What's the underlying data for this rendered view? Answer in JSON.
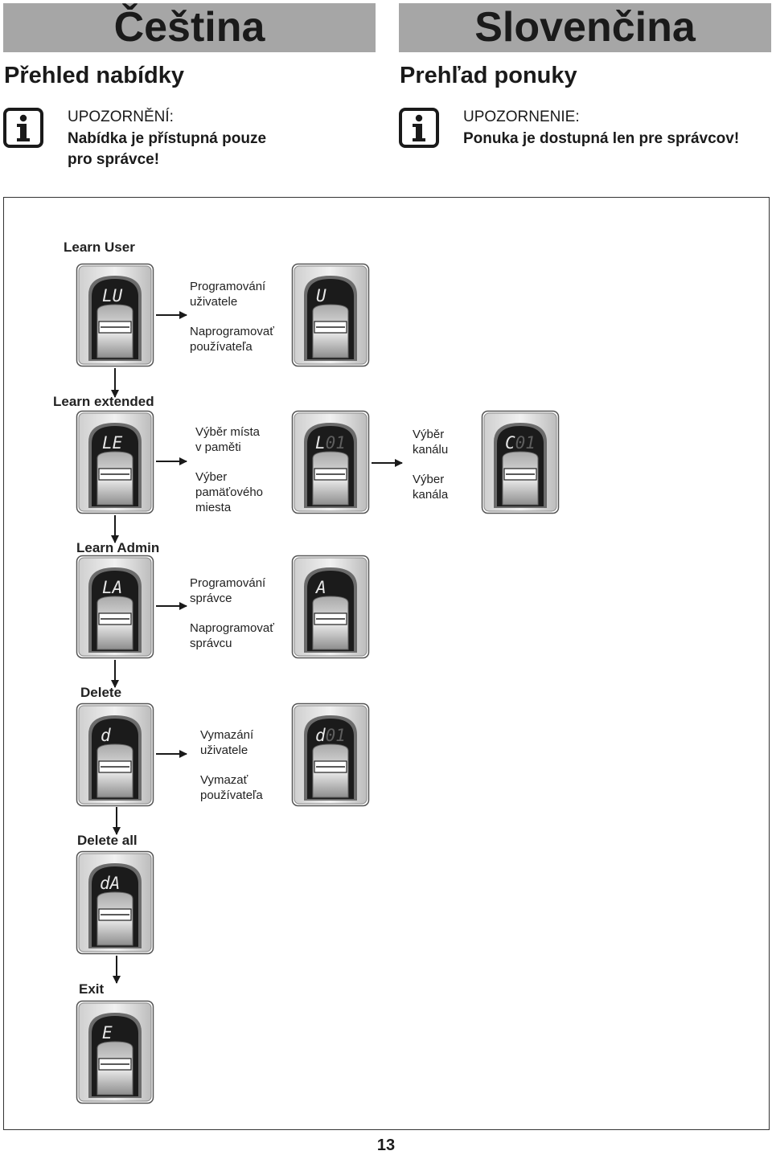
{
  "left": {
    "lang": "Čeština",
    "heading": "Přehled nabídky",
    "notice_label": "UPOZORNĚNÍ:",
    "notice_line1": "Nabídka je přístupná pouze",
    "notice_line2": "pro správce!"
  },
  "right": {
    "lang": "Slovenčina",
    "heading": "Prehľad ponuky",
    "notice_label": "UPOZORNENIE:",
    "notice_line1": "Ponuka je dostupná len pre správcov!"
  },
  "menu": {
    "learn_user": {
      "label": "Learn User",
      "display": "LU",
      "next_display": "U",
      "cz_1": "Programování",
      "cz_2": "uživatele",
      "sk_1": "Naprogramovať",
      "sk_2": "používateľa"
    },
    "learn_extended": {
      "label": "Learn extended",
      "display": "LE",
      "mid_display_a": "L",
      "mid_display_b": "01",
      "end_display_a": "C",
      "end_display_b": "01",
      "cz_1": "Výběr místa",
      "cz_2": "v paměti",
      "sk_1": "Výber",
      "sk_2": "pamäťového",
      "sk_3": "miesta",
      "cz2_1": "Výběr",
      "cz2_2": "kanálu",
      "sk2_1": "Výber",
      "sk2_2": "kanála"
    },
    "learn_admin": {
      "label": "Learn Admin",
      "display": "LA",
      "next_display": "A",
      "cz_1": "Programování",
      "cz_2": "správce",
      "sk_1": "Naprogramovať",
      "sk_2": "správcu"
    },
    "delete": {
      "label": "Delete",
      "display": "d",
      "next_display_a": "d",
      "next_display_b": "01",
      "cz_1": "Vymazání",
      "cz_2": "uživatele",
      "sk_1": "Vymazať",
      "sk_2": "používateľa"
    },
    "delete_all": {
      "label": "Delete all",
      "display": "dA"
    },
    "exit": {
      "label": "Exit",
      "display": "E"
    }
  },
  "page_number": "13",
  "colors": {
    "header_bar": "#a6a6a6",
    "display_dark": "#1b1b1b",
    "segment_lit": "#e6e6e6",
    "segment_dim": "#5e5e5e"
  }
}
